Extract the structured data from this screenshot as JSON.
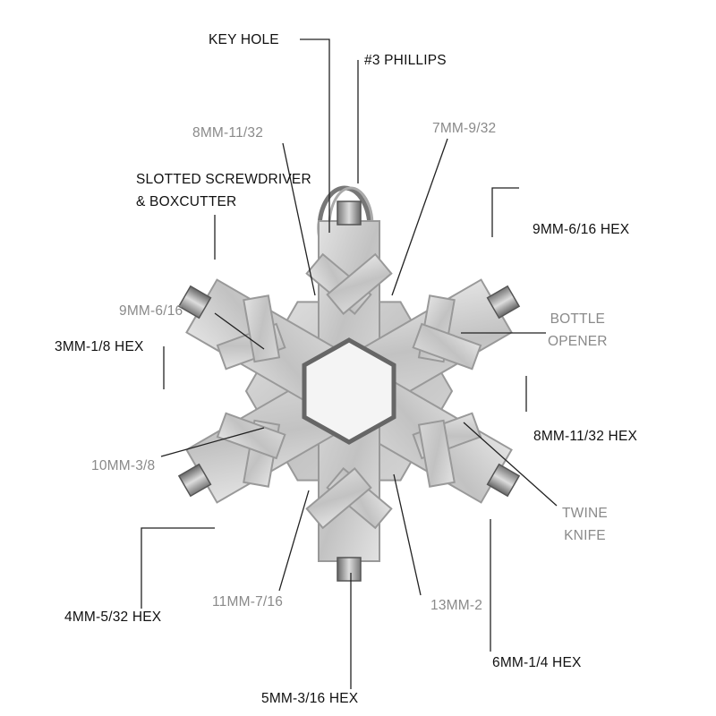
{
  "labels": {
    "key_hole": "KEY HOLE",
    "phillips": "#3 PHILLIPS",
    "mm8_top": "8MM-11/32",
    "mm7": "7MM-9/32",
    "slotted_1": "SLOTTED SCREWDRIVER",
    "slotted_2": "& BOXCUTTER",
    "hex9": "9MM-6/16 HEX",
    "mm9": "9MM-6/16",
    "bottle_1": "BOTTLE",
    "bottle_2": "OPENER",
    "hex3": "3MM-1/8 HEX",
    "hex8": "8MM-11/32 HEX",
    "mm10": "10MM-3/8",
    "twine_1": "TWINE",
    "twine_2": "KNIFE",
    "mm11": "11MM-7/16",
    "mm13": "13MM-2",
    "hex4": "4MM-5/32 HEX",
    "hex6": "6MM-1/4 HEX",
    "hex5": "5MM-3/16 HEX"
  },
  "colors": {
    "steel": "#c4c4c4",
    "steel_dark": "#8e8e8e",
    "label_dark": "#111111",
    "label_gray": "#8a8a8a"
  }
}
